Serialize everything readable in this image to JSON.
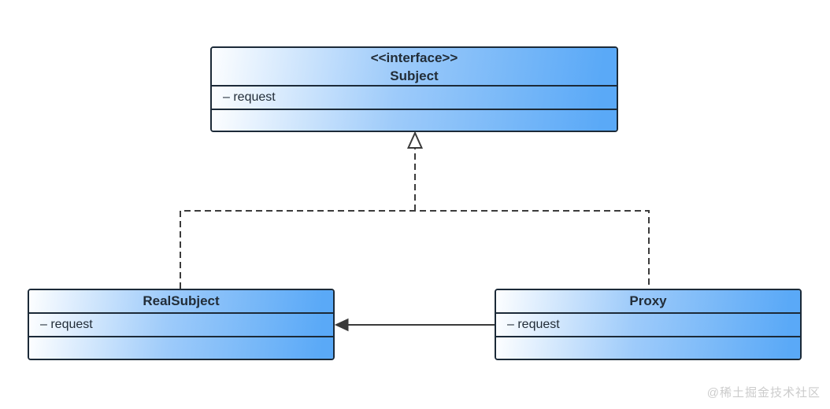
{
  "classes": {
    "subject": {
      "stereotype": "<<interface>>",
      "name": "Subject",
      "attributes": [
        "– request"
      ]
    },
    "real_subject": {
      "name": "RealSubject",
      "attributes": [
        "– request"
      ]
    },
    "proxy": {
      "name": "Proxy",
      "attributes": [
        "– request"
      ]
    }
  },
  "relations": [
    {
      "type": "realization",
      "from": "RealSubject",
      "to": "Subject",
      "line": "dashed",
      "arrowhead": "hollow-triangle"
    },
    {
      "type": "realization",
      "from": "Proxy",
      "to": "Subject",
      "line": "dashed",
      "arrowhead": "hollow-triangle"
    },
    {
      "type": "association",
      "from": "Proxy",
      "to": "RealSubject",
      "line": "solid",
      "arrowhead": "filled-triangle"
    }
  ],
  "watermark": {
    "text": "@稀土掘金技术社区"
  },
  "colors": {
    "box_border": "#1c2a38",
    "box_fill_light": "#fdfeff",
    "box_fill_mid": "#9ecbfa",
    "box_fill_blue": "#5aa9f7",
    "line": "#3b3b3b",
    "text": "#222d38",
    "watermark": "#cccccc"
  }
}
